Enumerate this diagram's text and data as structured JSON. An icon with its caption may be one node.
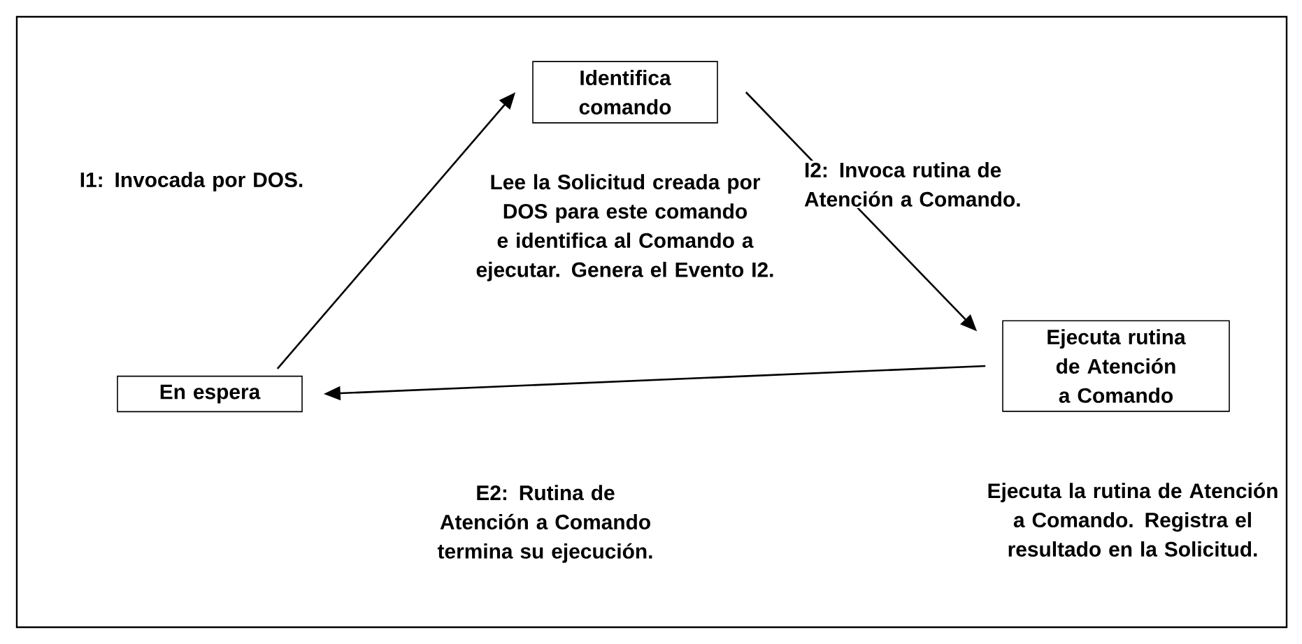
{
  "diagram": {
    "nodes": [
      {
        "text": [
          "Identifica comando"
        ],
        "beside": [
          "Lee la Solicitud creada por DOS para este comando e identifica al Comando a ejecutar. Genera el Evento I2."
        ]
      },
      {
        "text": [
          "En espera"
        ]
      },
      {
        "text": [
          "Ejecuta rutina de Atención a Comando"
        ],
        "beside": [
          "Ejecuta la rutina de Atención a Comando. Registra el resultado en la Solicitud."
        ]
      }
    ],
    "edges": [
      {
        "from": 1,
        "to": 0,
        "arrow": "to",
        "label": "I1: Invocada por DOS."
      },
      {
        "from": 0,
        "to": 2,
        "arrow": "to",
        "label": "I2: Invoca rutina de Atención a Comando."
      },
      {
        "from": 2,
        "to": 1,
        "arrow": "to",
        "label": "E2: Rutina de Atención a Comando termina su ejecución."
      }
    ]
  }
}
